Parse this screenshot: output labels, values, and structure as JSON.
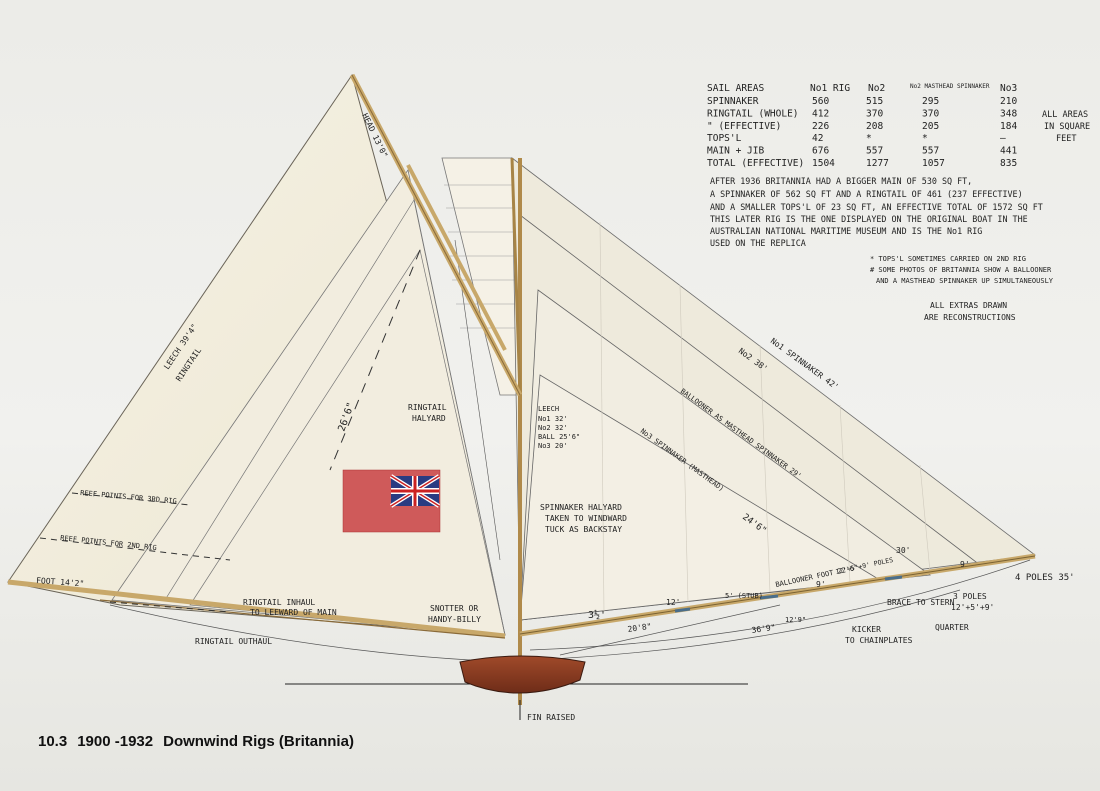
{
  "caption": {
    "figure_number": "10.3",
    "years": "1900 -1932",
    "title": "Downwind Rigs (Britannia)"
  },
  "sail_table": {
    "header": [
      "SAIL AREAS",
      "No1 RIG",
      "No2",
      "No2 MASTHEAD SPINNAKER",
      "No3"
    ],
    "rows": [
      [
        "SPINNAKER",
        "560",
        "515",
        "295",
        "210"
      ],
      [
        "RINGTAIL (WHOLE)",
        "412",
        "370",
        "370",
        "348"
      ],
      [
        "\" (EFFECTIVE)",
        "226",
        "208",
        "205",
        "184"
      ],
      [
        "TOPS'L",
        "42",
        "*",
        "*",
        "—"
      ],
      [
        "MAIN + JIB",
        "676",
        "557",
        "557",
        "441"
      ],
      [
        "TOTAL (EFFECTIVE)",
        "1504",
        "1277",
        "1057",
        "835"
      ]
    ],
    "side_note": [
      "ALL AREAS",
      "IN SQUARE",
      "FEET"
    ]
  },
  "notes": {
    "paragraph": [
      "AFTER 1936 BRITANNIA HAD A BIGGER MAIN OF 530 SQ FT,",
      "A SPINNAKER OF 562 SQ FT AND A RINGTAIL OF 461 (237 EFFECTIVE)",
      "AND A SMALLER TOPS'L OF 23 SQ FT, AN EFFECTIVE TOTAL OF 1572 SQ FT",
      "THIS LATER RIG IS THE ONE DISPLAYED ON THE ORIGINAL BOAT IN THE",
      "AUSTRALIAN NATIONAL MARITIME MUSEUM AND IS THE No1 RIG",
      "USED ON THE REPLICA"
    ],
    "footnotes": [
      "* TOPS'L SOMETIMES CARRIED ON 2ND RIG",
      "# SOME PHOTOS OF BRITANNIA SHOW A BALLOONER",
      "AND A MASTHEAD SPINNAKER UP SIMULTANEOUSLY"
    ],
    "extras": [
      "ALL EXTRAS DRAWN",
      "ARE RECONSTRUCTIONS"
    ]
  },
  "labels": {
    "head": "HEAD 13'0\"",
    "leech": "LEECH 39'4\"",
    "ringtail": "RINGTAIL",
    "luff": "26'6\"",
    "ringtail_halyard": [
      "RINGTAIL",
      "HALYARD"
    ],
    "reef_3": "REEF POINTS FOR 3RD RIG",
    "reef_2": "REEF POINTS FOR 2ND RIG",
    "foot": "FOOT 14'2\"",
    "ringtail_inhaul": [
      "RINGTAIL INHAUL",
      "TO LEEWARD OF MAIN"
    ],
    "ringtail_outhaul": "RINGTAIL OUTHAUL",
    "snotter": [
      "SNOTTER OR",
      "HANDY-BILLY"
    ],
    "spinnaker_halyard": [
      "SPINNAKER HALYARD",
      "TAKEN TO WINDWARD",
      "TUCK AS BACKSTAY"
    ],
    "leech_block": [
      "LEECH",
      "No1 32'",
      "No2 32'",
      "BALL 25'6\"",
      "No3 20'"
    ],
    "no1_spinnaker": "No1 SPINNAKER 42'",
    "no2": "No2 38'",
    "ballooner": "BALLOONER AS MASTHEAD SPINNAKER 29'",
    "no3_spinnaker": "No3 SPINNAKER (MASTHEAD)",
    "no3_height": "24'6\"",
    "ballooner_foot": "BALLOONER FOOT 22'6\"",
    "poles_small": "12'+5'+9' POLES",
    "dim_30": "30'",
    "dim_9a": "9'",
    "dim_9b": "9'",
    "dim_12a": "12'",
    "dim_5": "5' (STUB)",
    "dim_12b": "12'9\"",
    "dim_34": "3½'",
    "dim_208": "20'8\"",
    "dim_369": "36'9\"",
    "four_poles": "4 POLES 35'",
    "three_poles": [
      "3 POLES",
      "12'+5'+9'"
    ],
    "brace": [
      "BRACE TO STERN",
      "QUARTER"
    ],
    "kicker": [
      "KICKER",
      "TO CHAINPLATES"
    ],
    "fin": "FIN RAISED"
  },
  "colors": {
    "sail": "#f4f0e3",
    "spar": "#c8a86a",
    "hull": "#8a3a22",
    "ensign": "#cf5a5a",
    "ink": "#222222"
  }
}
